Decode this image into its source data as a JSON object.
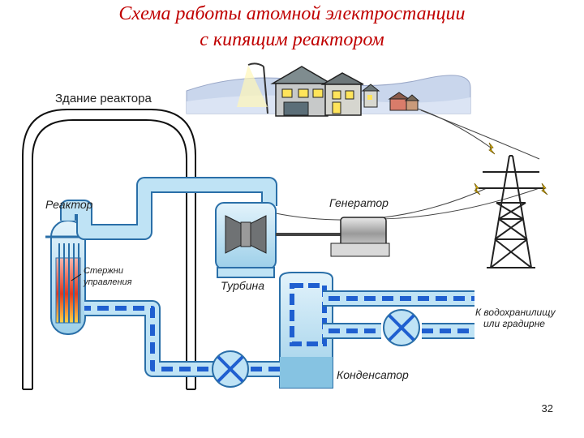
{
  "title": {
    "line1": "Схема работы атомной электростанции",
    "line2": "с кипящим реактором"
  },
  "labels": {
    "reactor_building": "Здание реактора",
    "reactor": "Реактор",
    "control_rods_1": "Стержни",
    "control_rods_2": "управления",
    "generator": "Генератор",
    "turbine": "Турбина",
    "to_reservoir_1": "К водохранилищу",
    "to_reservoir_2": "или градирне",
    "condenser": "Конденсатор"
  },
  "page_number": "32",
  "colors": {
    "title": "#c00000",
    "pipe_fill": "#bfe3f5",
    "pipe_stroke": "#2a6fa8",
    "flow_dash": "#1f5fd0",
    "sky": "#c9d6ec",
    "building_outline": "#111111"
  }
}
